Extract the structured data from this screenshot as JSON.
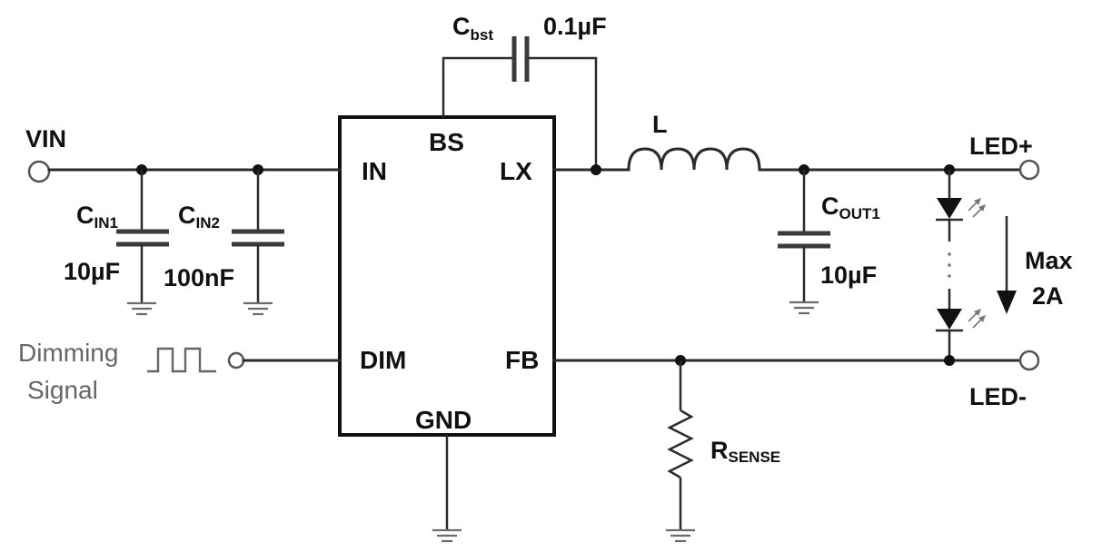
{
  "labels": {
    "vin": "VIN",
    "cbst_main": "C",
    "cbst_sub": "bst",
    "cbst_value": "0.1µF",
    "inductor": "L",
    "cin1_main": "C",
    "cin1_sub": "IN1",
    "cin1_value": "10µF",
    "cin2_main": "C",
    "cin2_sub": "IN2",
    "cin2_value": "100nF",
    "cout1_main": "C",
    "cout1_sub": "OUT1",
    "cout1_value": "10µF",
    "led_plus": "LED+",
    "led_minus": "LED-",
    "max_line1": "Max",
    "max_line2": "2A",
    "dimming_line1": "Dimming",
    "dimming_line2": "Signal",
    "rsense_main": "R",
    "rsense_sub": "SENSE"
  },
  "ic": {
    "pins": {
      "in": "IN",
      "bs": "BS",
      "lx": "LX",
      "dim": "DIM",
      "fb": "FB",
      "gnd": "GND"
    }
  },
  "colors": {
    "wire": "#2b2b2b",
    "ground": "#6b6b6b",
    "dimming_text": "#666666",
    "background": "#ffffff"
  }
}
